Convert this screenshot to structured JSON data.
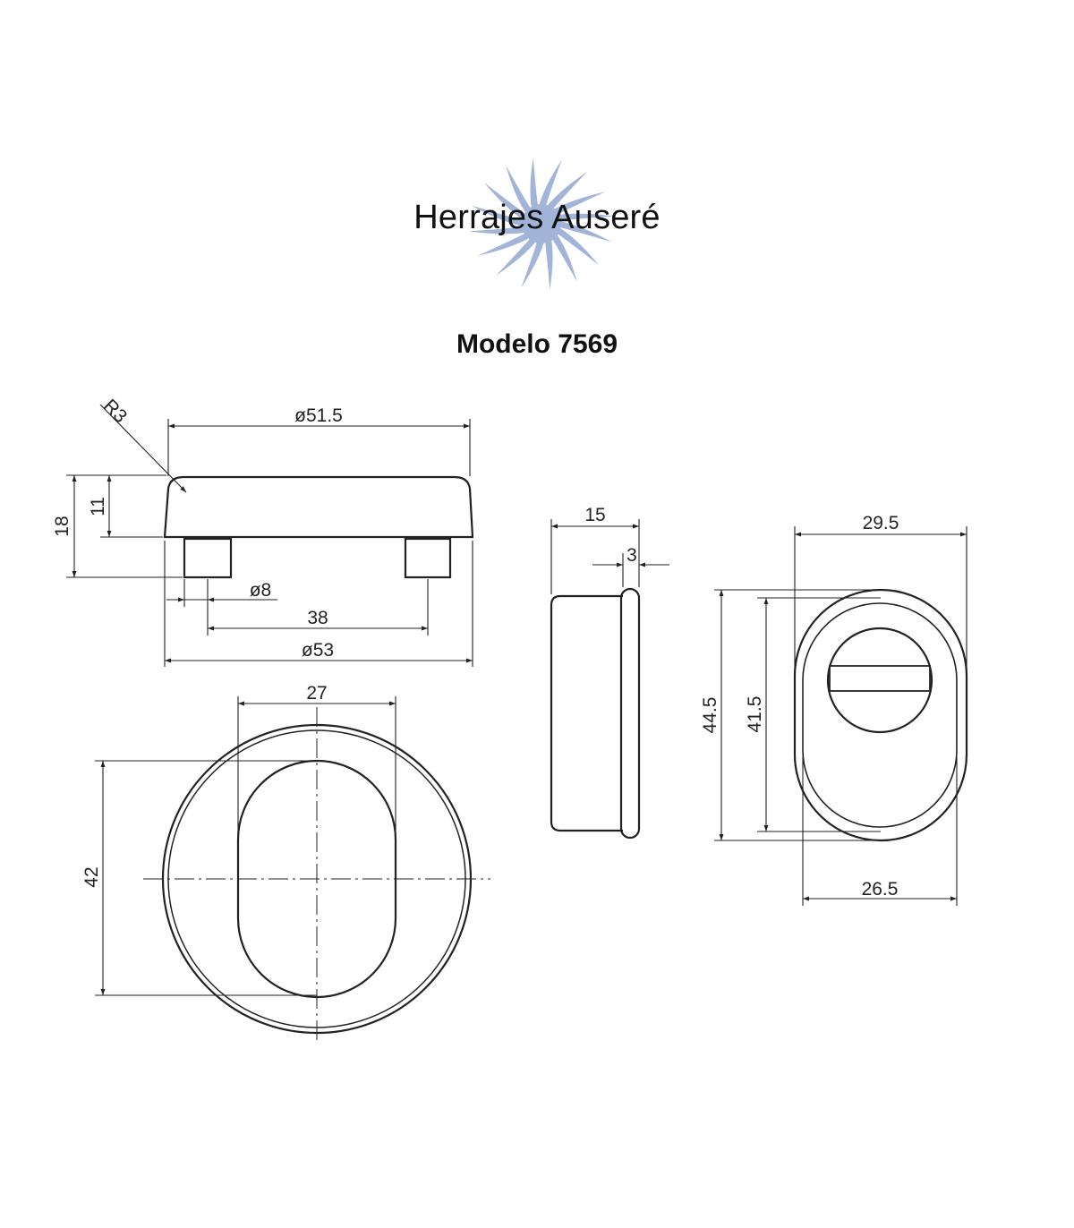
{
  "brand": {
    "name": "Herrajes Auseré",
    "logo_icon": "sun-icon",
    "logo_color": "#a3b4d9"
  },
  "model": {
    "title": "Modelo 7569"
  },
  "dimensions": {
    "radius": "R3",
    "outer_width_top": "ø51.5",
    "height_total": "18",
    "height_body": "11",
    "pin_diameter": "ø8",
    "pin_spacing": "38",
    "outer_width_bottom": "ø53",
    "side_depth": "15",
    "side_lip": "3",
    "oval_width_outer": "29.5",
    "oval_height_outer": "44.5",
    "oval_height_inner": "41.5",
    "oval_width_inner": "26.5",
    "round_inner_width": "27",
    "round_inner_height": "42"
  }
}
